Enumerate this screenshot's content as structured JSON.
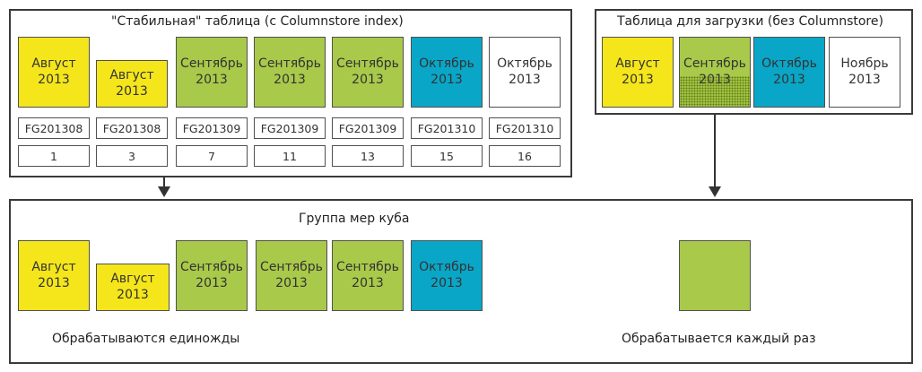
{
  "stable_table": {
    "title": "\"Стабильная\" таблица (с Columnstore index)",
    "blocks": [
      {
        "label": "Август\n2013",
        "color": "#f4e61b"
      },
      {
        "label": "Август\n2013",
        "color": "#f4e61b"
      },
      {
        "label": "Сентябрь\n2013",
        "color": "#a9c94a"
      },
      {
        "label": "Сентябрь\n2013",
        "color": "#a9c94a"
      },
      {
        "label": "Сентябрь\n2013",
        "color": "#a9c94a"
      },
      {
        "label": "Октябрь\n2013",
        "color": "#0aa6c8"
      },
      {
        "label": "Октябрь\n2013",
        "color": "#ffffff"
      }
    ],
    "filegroups": [
      "FG201308",
      "FG201308",
      "FG201309",
      "FG201309",
      "FG201309",
      "FG201310",
      "FG201310"
    ],
    "partitions": [
      "1",
      "3",
      "7",
      "11",
      "13",
      "15",
      "16"
    ]
  },
  "load_table": {
    "title": "Таблица для загрузки (без Columnstore)",
    "blocks": [
      {
        "label": "Август\n2013",
        "color": "#f4e61b"
      },
      {
        "label": "Сентябрь\n2013",
        "color": "#a9c94a"
      },
      {
        "label": "Октябрь\n2013",
        "color": "#0aa6c8"
      },
      {
        "label": "Ноябрь\n2013",
        "color": "#ffffff"
      }
    ]
  },
  "measure_group": {
    "title": "Группа мер куба",
    "blocks": [
      {
        "label": "Август\n2013",
        "color": "#f4e61b"
      },
      {
        "label": "Август\n2013",
        "color": "#f4e61b"
      },
      {
        "label": "Сентябрь\n2013",
        "color": "#a9c94a"
      },
      {
        "label": "Сентябрь\n2013",
        "color": "#a9c94a"
      },
      {
        "label": "Сентябрь\n2013",
        "color": "#a9c94a"
      },
      {
        "label": "Октябрь\n2013",
        "color": "#0aa6c8"
      }
    ],
    "processed_once_label": "Обрабатываются единожды",
    "processed_each_time_label": "Обрабатывается каждый раз",
    "each_time_block_color": "#a9c94a"
  }
}
